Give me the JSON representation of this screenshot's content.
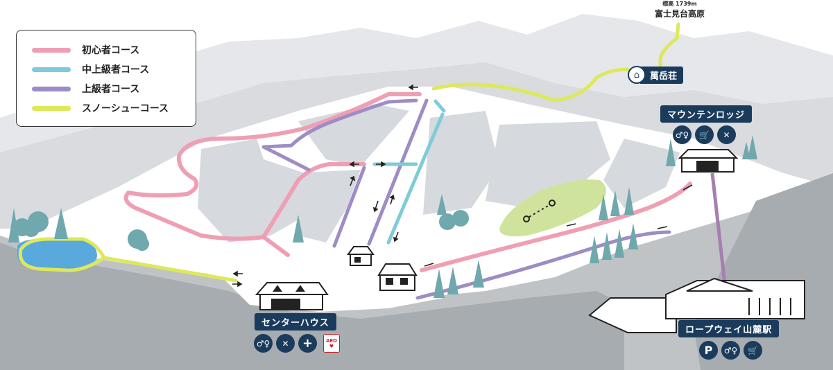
{
  "legend": {
    "items": [
      {
        "label": "初心者コース",
        "color": "#ef9fb3"
      },
      {
        "label": "中上級者コース",
        "color": "#7fcbd9"
      },
      {
        "label": "上級者コース",
        "color": "#9e8cc4"
      },
      {
        "label": "スノーシューコース",
        "color": "#dde85a"
      }
    ]
  },
  "summit": {
    "elevation": "標高 1739m",
    "name": "富士見台高原"
  },
  "banda": {
    "name": "萬岳荘",
    "icon": "house-icon"
  },
  "mountain_lodge": {
    "name": "マウンテンロッジ",
    "icons": [
      "restroom-icon",
      "shop-cart-icon",
      "restaurant-icon"
    ]
  },
  "center_house": {
    "name": "センターハウス",
    "icons": [
      "restroom-icon",
      "restaurant-icon",
      "first-aid-icon"
    ],
    "aed_label": "AED"
  },
  "ropeway_station": {
    "name": "ロープウェイ山麓駅",
    "icons": [
      "parking-icon",
      "restroom-icon",
      "shop-cart-icon"
    ],
    "parking_letter": "P"
  },
  "colors": {
    "navy": "#1b3b5c",
    "beginner": "#ef9fb3",
    "intermediate": "#7fcbd9",
    "advanced": "#9e8cc4",
    "snowshoe": "#dde85a",
    "ropeway": "#a67fb0",
    "pond": "#5aa9dc",
    "tree": "#6fa8ad"
  }
}
